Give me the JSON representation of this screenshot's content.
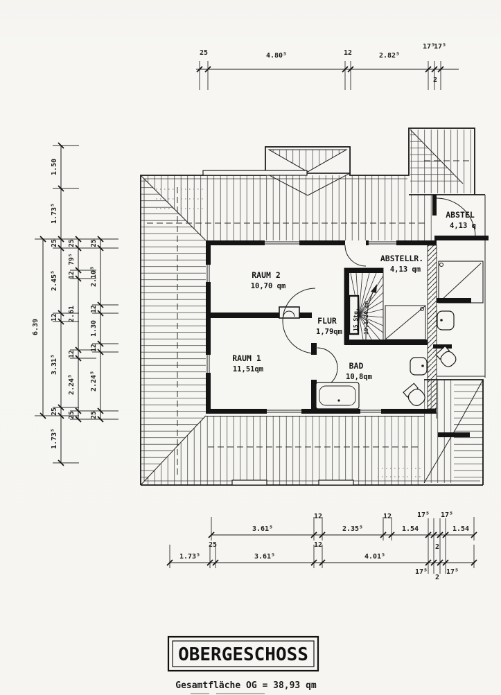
{
  "page": {
    "title": "OBERGESCHOSS",
    "total_area": "Gesamtfläche OG = 38,93 qm"
  },
  "rooms": {
    "raum2": {
      "name": "RAUM 2",
      "area": "10,70 qm"
    },
    "raum1": {
      "name": "RAUM 1",
      "area": "11,51qm"
    },
    "flur": {
      "name": "FLUR",
      "area": "1,79qm"
    },
    "bad": {
      "name": "BAD",
      "area": "10,8qm"
    },
    "abstellraum": {
      "name": "ABSTELLR.",
      "area": "4,13 qm"
    },
    "abstell_cut": {
      "name": "ABSTEL",
      "area": "4,13 q"
    }
  },
  "stair": {
    "risers": "15 Stg.",
    "rise_run": "19,1/24 cm"
  },
  "dims": {
    "top": [
      "25",
      "4.80⁵",
      "12",
      "2.82⁵",
      "17⁵",
      "17⁵",
      "2"
    ],
    "left_total": "6.39",
    "left_c1": [
      "1.50",
      "1.73⁵",
      "25",
      "2.45⁵",
      "12",
      "3.31⁵",
      "25",
      "1.73⁵"
    ],
    "left_c2": [
      "25",
      "79⁵",
      "12",
      "2.61",
      "12",
      "2.24⁵",
      "25"
    ],
    "left_c3": [
      "25",
      "2.10⁵",
      "12",
      "1.30",
      "12",
      "2.24⁵",
      "25"
    ],
    "bottom_row1": [
      "3.61⁵",
      "12",
      "2.35⁵",
      "12",
      "1.54",
      "17⁵",
      "17⁵",
      "2",
      "1.54"
    ],
    "bottom_row2": [
      "1.73⁵",
      "25",
      "3.61⁵",
      "12",
      "4.01⁵",
      "17⁵",
      "2",
      "17⁵"
    ]
  }
}
